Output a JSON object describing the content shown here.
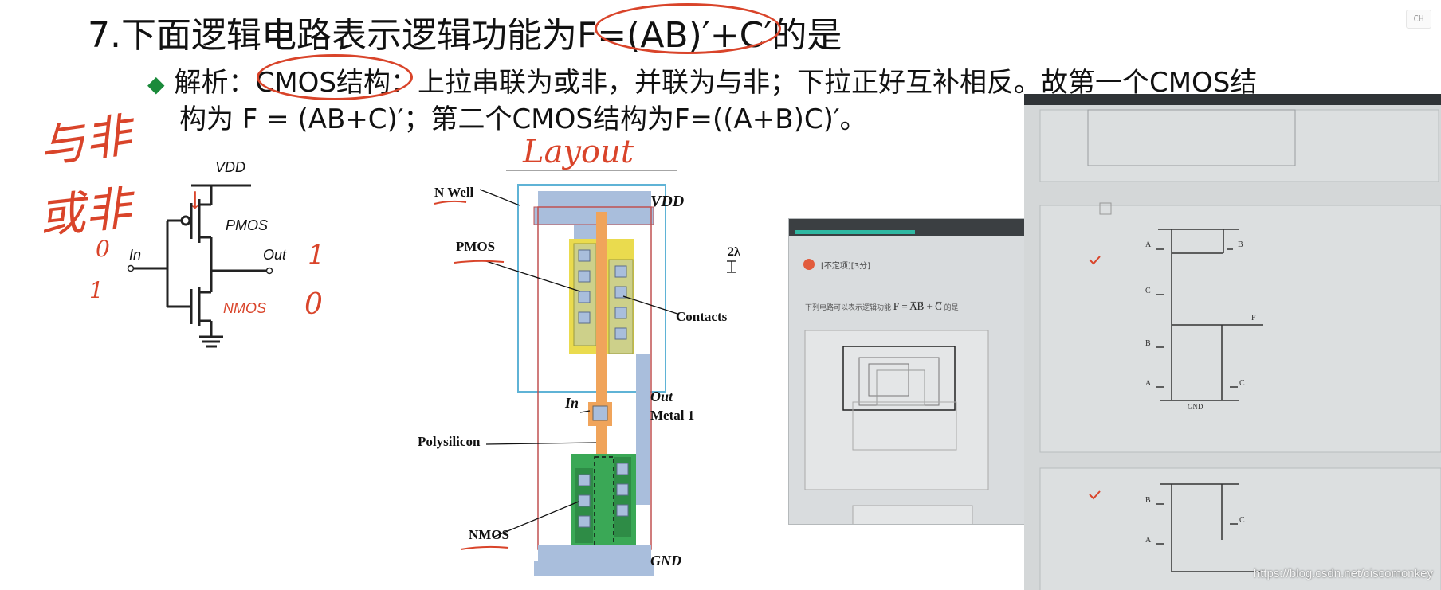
{
  "slide": {
    "title_number": "7.",
    "title_text": "下面逻辑电路表示逻辑功能为F=(AB)′+C′的是",
    "analysis_prefix": "解析：",
    "analysis_line1": "CMOS结构：上拉串联为或非，并联为与非；下拉正好互补相反。故第一个CMOS结",
    "analysis_line2": "构为 F = (AB+C)′；第二个CMOS结构为F=((A+B)C)′。",
    "annotation_color": "#d9442a",
    "bullet_color": "#1a8a3a"
  },
  "handwriting": {
    "nand": "与非",
    "nor": "或非",
    "in_zero": "0",
    "in_one": "1",
    "out_one": "1",
    "out_zero": "0",
    "layout": "Layout",
    "checkmark": "↓"
  },
  "inverter": {
    "vdd": "VDD",
    "pmos": "PMOS",
    "nmos": "NMOS",
    "in": "In",
    "out": "Out"
  },
  "layout_diagram": {
    "nwell": "N Well",
    "vdd": "VDD",
    "pmos": "PMOS",
    "contacts": "Contacts",
    "in": "In",
    "out": "Out",
    "metal1": "Metal 1",
    "polysilicon": "Polysilicon",
    "nmos": "NMOS",
    "gnd": "GND",
    "lambda": "2λ"
  },
  "photo1": {
    "tag": "[不定项][3分]",
    "question": "下列电路可以表示逻辑功能",
    "formula": "F = A̅B̅ + C̅",
    "suffix": "的是"
  },
  "photo2": {
    "a": "A",
    "b": "B",
    "c": "C",
    "f": "F",
    "gnd": "GND"
  },
  "watermark": "https://blog.csdn.net/ciscomonkey",
  "badge": "CH"
}
